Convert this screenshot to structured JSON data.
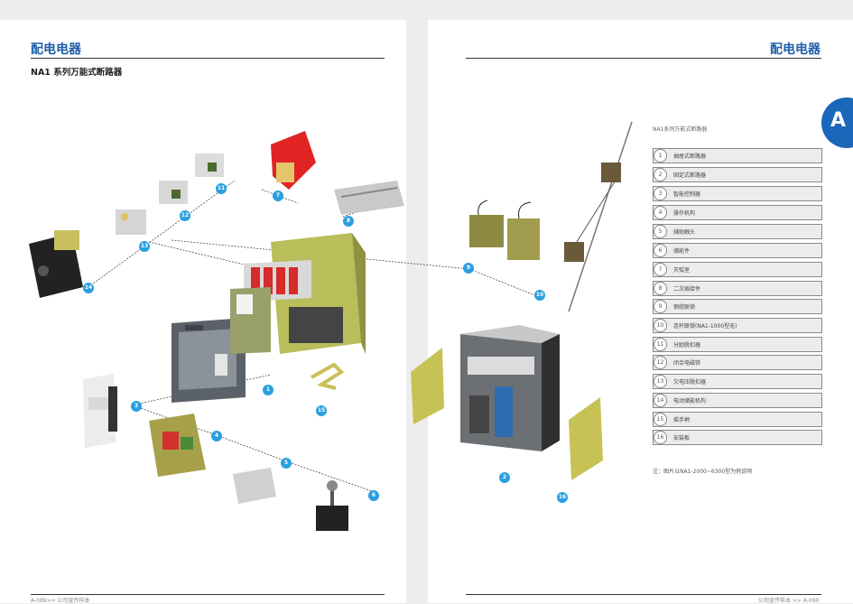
{
  "header": {
    "left_title": "配电电器",
    "right_title": "配电电器",
    "subtitle": "NA1 系列万能式断路器"
  },
  "tab_letter": "A",
  "diagram_caption": "NA1系列万能式断路器",
  "legend": [
    {
      "num": "1",
      "label": "抽屉式断路器"
    },
    {
      "num": "2",
      "label": "固定式断路器"
    },
    {
      "num": "3",
      "label": "智能控制器"
    },
    {
      "num": "4",
      "label": "操作机构"
    },
    {
      "num": "5",
      "label": "辅助触头"
    },
    {
      "num": "6",
      "label": "储能件"
    },
    {
      "num": "7",
      "label": "灭弧室"
    },
    {
      "num": "8",
      "label": "二次插接件"
    },
    {
      "num": "9",
      "label": "钢缆联锁"
    },
    {
      "num": "10",
      "label": "连杆联锁(NA1-1000型无)"
    },
    {
      "num": "11",
      "label": "分励脱扣器"
    },
    {
      "num": "12",
      "label": "闭合电磁铁"
    },
    {
      "num": "13",
      "label": "欠电压脱扣器"
    },
    {
      "num": "14",
      "label": "电动储能机构"
    },
    {
      "num": "15",
      "label": "摇手柄"
    },
    {
      "num": "16",
      "label": "安装板"
    }
  ],
  "note": "注：图片以NA1-2000~6300型为例说明",
  "badges": [
    "1",
    "2",
    "3",
    "4",
    "5",
    "6",
    "7",
    "8",
    "9",
    "10",
    "11",
    "12",
    "13",
    "14",
    "15",
    "16"
  ],
  "footer": {
    "left": "A-089>> 公司宣传样本",
    "right": "公司宣传样本 >> A-090"
  },
  "colors": {
    "brand": "#1f5fa8",
    "badge": "#2a9fe0",
    "tab": "#1a66b8"
  }
}
